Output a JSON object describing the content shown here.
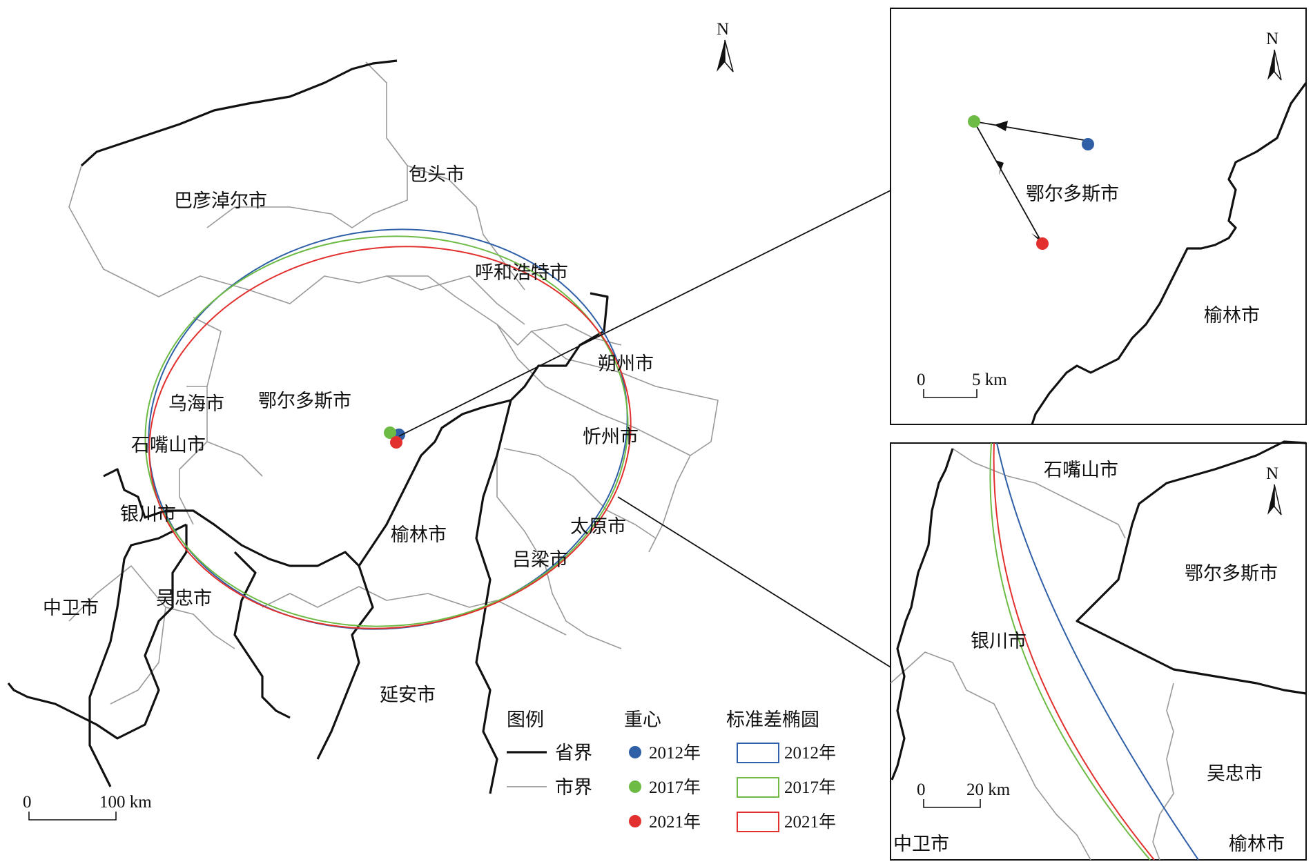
{
  "colors": {
    "c2012": "#2f5fa7",
    "c2017": "#6dbb45",
    "c2021": "#e2302e",
    "province": "#111111",
    "city": "#999999"
  },
  "north_label": "N",
  "main_map": {
    "cities": [
      "巴彦淖尔市",
      "包头市",
      "呼和浩特市",
      "鄂尔多斯市",
      "乌海市",
      "石嘴山市",
      "银川市",
      "朔州市",
      "忻州市",
      "榆林市",
      "太原市",
      "吕梁市",
      "中卫市",
      "吴忠市",
      "延安市"
    ],
    "scale": {
      "zero": "0",
      "label": "100 km"
    }
  },
  "legend": {
    "title": "图例",
    "province_label": "省界",
    "city_label": "市界",
    "centroid_title": "重心",
    "ellipse_title": "标准差椭圆",
    "years": [
      "2012年",
      "2017年",
      "2021年"
    ]
  },
  "inset_centroid": {
    "cities": [
      "鄂尔多斯市",
      "榆林市"
    ],
    "scale": {
      "zero": "0",
      "label": "5 km"
    }
  },
  "inset_ellipse": {
    "cities": [
      "石嘴山市",
      "鄂尔多斯市",
      "银川市",
      "吴忠市",
      "中卫市",
      "榆林市"
    ],
    "scale": {
      "zero": "0",
      "label": "20 km"
    }
  }
}
